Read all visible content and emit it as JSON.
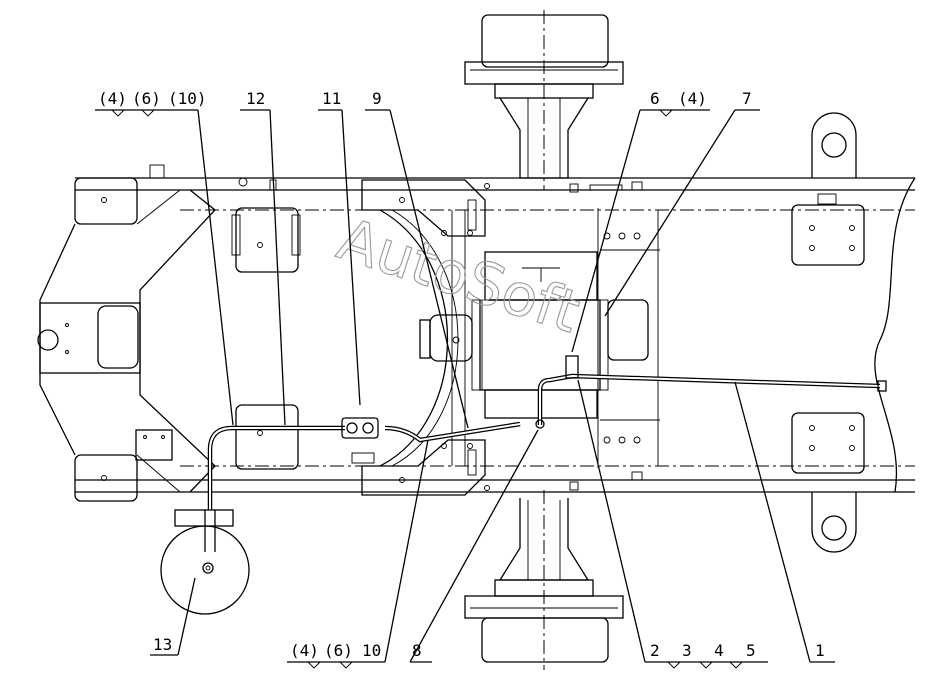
{
  "watermark": "AutoSoft",
  "labels": {
    "top_left_group": [
      "(4)",
      "(6)",
      "(10)"
    ],
    "n12": "12",
    "n11": "11",
    "n9": "9",
    "top_right_group": [
      "6",
      "(4)"
    ],
    "n7": "7",
    "n13": "13",
    "bottom_left_group": [
      "(4)",
      "(6)",
      "10"
    ],
    "n8": "8",
    "bottom_right_group": [
      "2",
      "3",
      "4",
      "5"
    ],
    "n1": "1"
  }
}
